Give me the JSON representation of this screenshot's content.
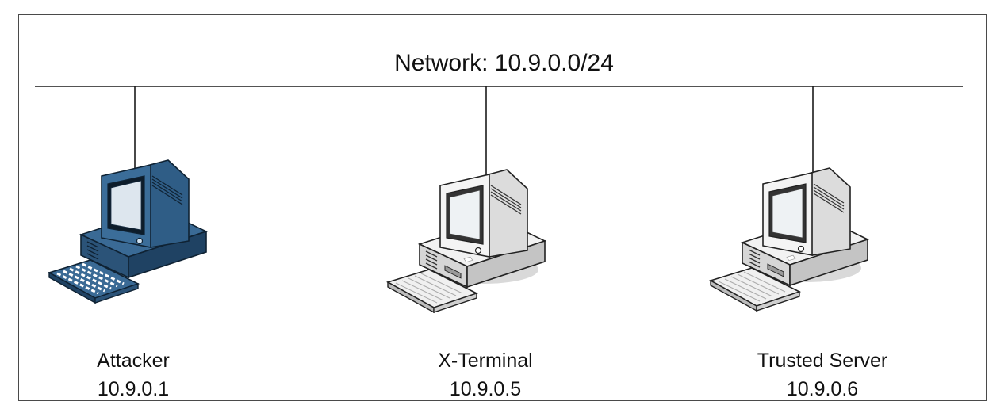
{
  "network": {
    "title": "Network: 10.9.0.0/24"
  },
  "hosts": [
    {
      "name": "Attacker",
      "ip": "10.9.0.1",
      "style": "dark-blue"
    },
    {
      "name": "X-Terminal",
      "ip": "10.9.0.5",
      "style": "light-gray"
    },
    {
      "name": "Trusted Server",
      "ip": "10.9.0.6",
      "style": "light-gray"
    }
  ],
  "colors": {
    "line": "#1a1a1a",
    "attacker_fill": "#2f5d86",
    "attacker_dark": "#173650",
    "host_fill": "#e9e9e9",
    "host_shade": "#bdbdbd"
  },
  "icons": [
    "desktop-computer-icon",
    "keyboard-icon"
  ]
}
